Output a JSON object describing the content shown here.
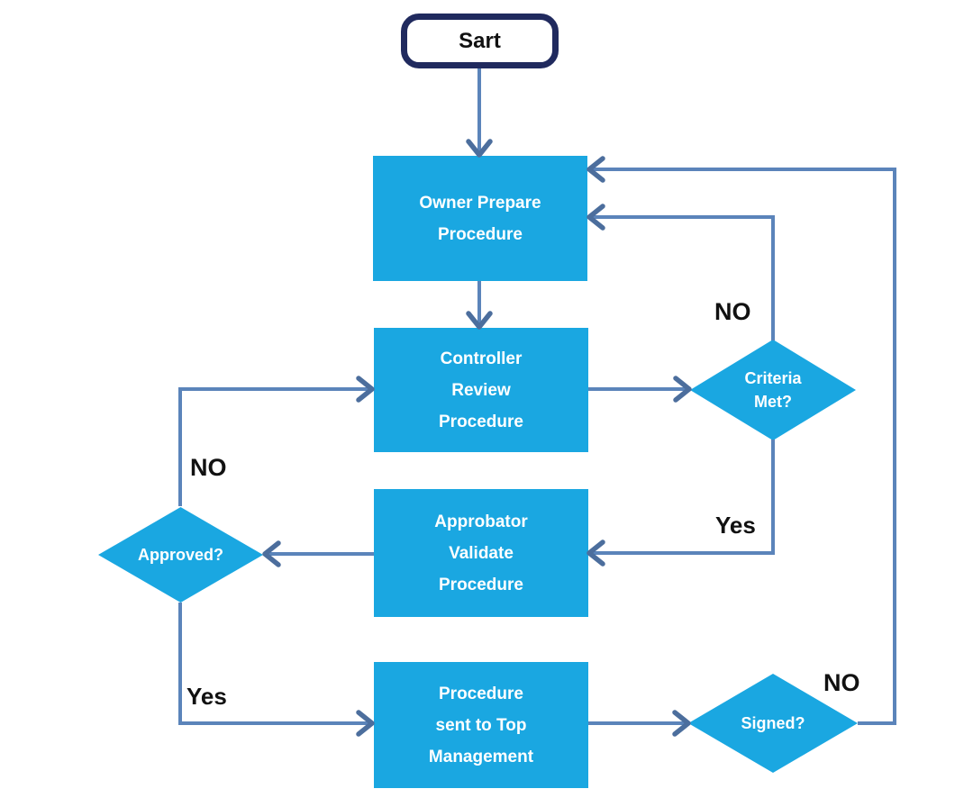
{
  "diagram": {
    "type": "flowchart",
    "colors": {
      "node_fill": "#1aa7e1",
      "node_text": "#ffffff",
      "connector": "#5b84ba",
      "arrowhead": "#4c6e9d",
      "start_border": "#202a5e",
      "start_fill": "#ffffff",
      "start_text": "#111111",
      "label_text": "#111111",
      "background": "#ffffff"
    },
    "nodes": {
      "start": {
        "label": "Sart",
        "type": "terminator"
      },
      "owner": {
        "label": "Owner Prepare\nProcedure",
        "type": "process"
      },
      "controller": {
        "label": "Controller\nReview\nProcedure",
        "type": "process"
      },
      "approbator": {
        "label": "Approbator\nValidate\nProcedure",
        "type": "process"
      },
      "top_mgmt": {
        "label": "Procedure\nsent to Top\nManagement",
        "type": "process"
      },
      "criteria": {
        "label": "Criteria\nMet?",
        "type": "decision"
      },
      "approved": {
        "label": "Approved?",
        "type": "decision"
      },
      "signed": {
        "label": "Signed?",
        "type": "decision"
      }
    },
    "edges": [
      {
        "from": "start",
        "to": "owner",
        "label": ""
      },
      {
        "from": "owner",
        "to": "controller",
        "label": ""
      },
      {
        "from": "controller",
        "to": "criteria",
        "label": ""
      },
      {
        "from": "criteria",
        "to": "owner",
        "label": "NO"
      },
      {
        "from": "criteria",
        "to": "approbator",
        "label": "Yes"
      },
      {
        "from": "approbator",
        "to": "approved",
        "label": ""
      },
      {
        "from": "approved",
        "to": "controller",
        "label": "NO"
      },
      {
        "from": "approved",
        "to": "top_mgmt",
        "label": "Yes"
      },
      {
        "from": "top_mgmt",
        "to": "signed",
        "label": ""
      },
      {
        "from": "signed",
        "to": "owner",
        "label": "NO"
      }
    ],
    "edge_labels": {
      "criteria_no": "NO",
      "criteria_yes": "Yes",
      "approved_no": "NO",
      "approved_yes": "Yes",
      "signed_no": "NO"
    }
  }
}
